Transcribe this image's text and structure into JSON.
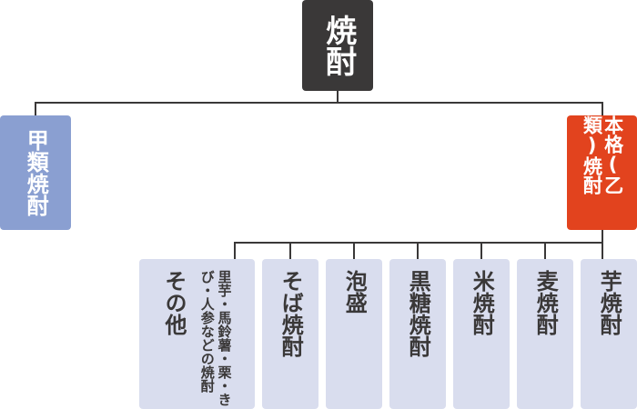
{
  "root": {
    "label": "焼酎"
  },
  "categories": {
    "kou": {
      "label": "甲類焼酎"
    },
    "otsu": {
      "label": "本格(乙類)焼酎"
    }
  },
  "otsu_types": [
    {
      "label": "その他",
      "sub": "里芋・馬鈴薯・栗・きび・人参などの焼酎"
    },
    {
      "label": "そば焼酎"
    },
    {
      "label": "泡盛"
    },
    {
      "label": "黒糖焼酎"
    },
    {
      "label": "米焼酎"
    },
    {
      "label": "麦焼酎"
    },
    {
      "label": "芋焼酎"
    }
  ],
  "colors": {
    "root": "#3a3838",
    "kou": "#8a9fd1",
    "otsu": "#e2431e",
    "leaf": "#d9ddee",
    "line": "#3a3838"
  }
}
